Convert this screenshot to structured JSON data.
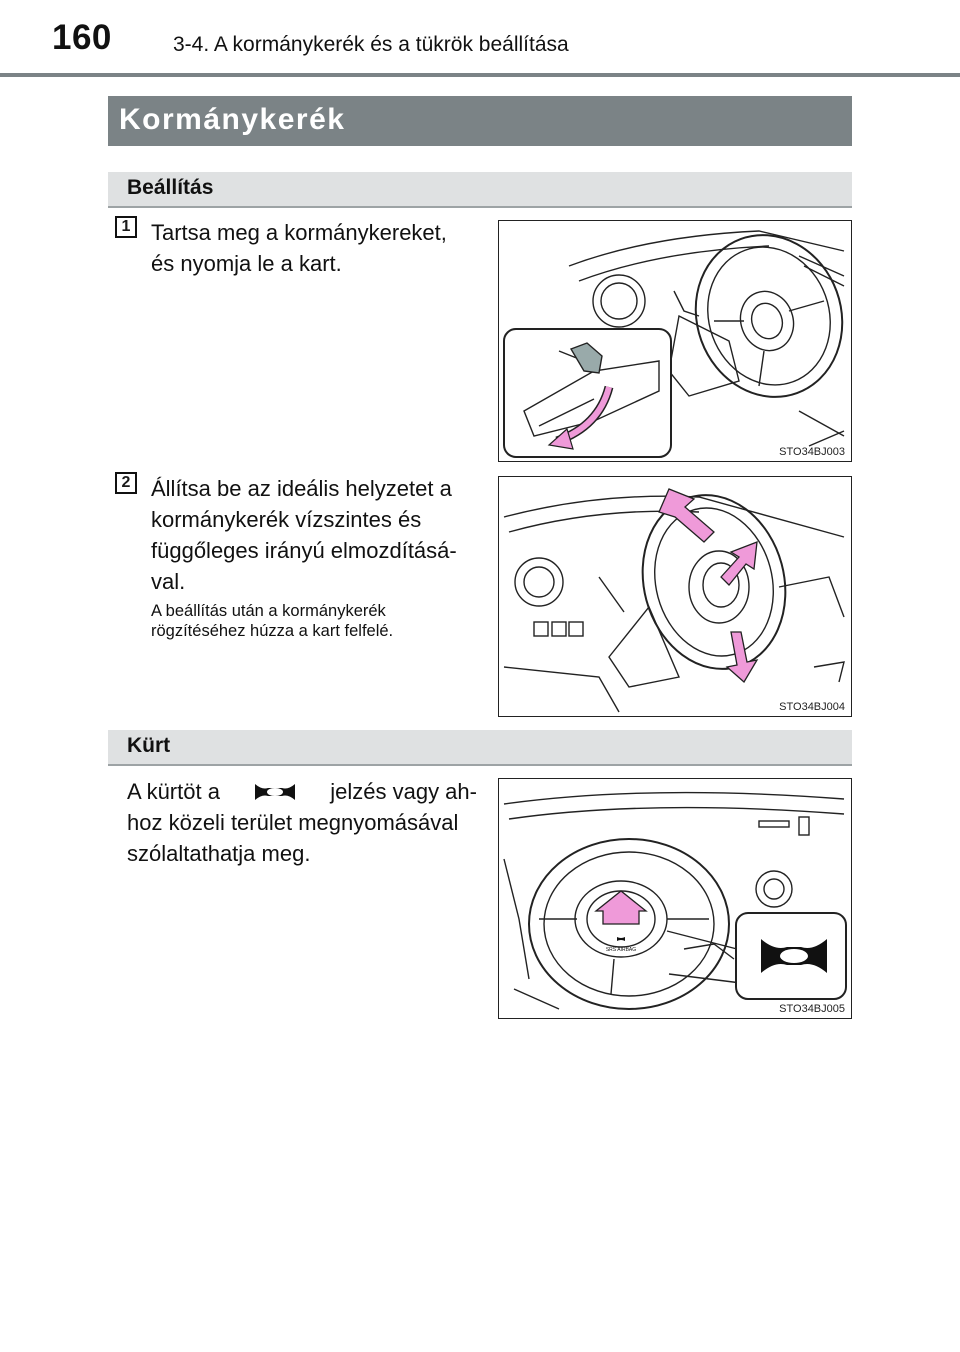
{
  "header": {
    "page_number": "160",
    "chapter_title": "3-4. A kormánykerék és a tükrök beállítása"
  },
  "main_heading": "Kormánykerék",
  "section_adjust": {
    "title": "Beállítás",
    "steps": [
      {
        "number": "1",
        "text_lines": [
          "Tartsa meg a kormánykereket,",
          "és nyomja le a kart."
        ],
        "figure_code": "STO34BJ003"
      },
      {
        "number": "2",
        "text_lines": [
          "Állítsa be az ideális helyzetet a",
          "kormánykerék vízszintes és",
          "függőleges irányú elmozdításá-",
          "val."
        ],
        "note_lines": [
          "A beállítás után a kormánykerék",
          "rögzítéséhez húzza a kart felfelé."
        ],
        "figure_code": "STO34BJ004"
      }
    ]
  },
  "section_horn": {
    "title": "Kürt",
    "text_before_icon": "A kürtöt a",
    "text_after_icon": "jelzés vagy ah-",
    "text_lines": [
      "hoz közeli terület megnyomásával",
      "szólaltathatja meg."
    ],
    "figure_code": "STO34BJ005",
    "airbag_label": "SRS AIRBAG"
  },
  "icons": {
    "horn": "horn-icon",
    "lever": "steering-lever-icon"
  },
  "colors": {
    "heading_bg": "#7b8386",
    "subheading_bg": "#dfe1e2",
    "arrow_pink": "#ef9ad9"
  }
}
